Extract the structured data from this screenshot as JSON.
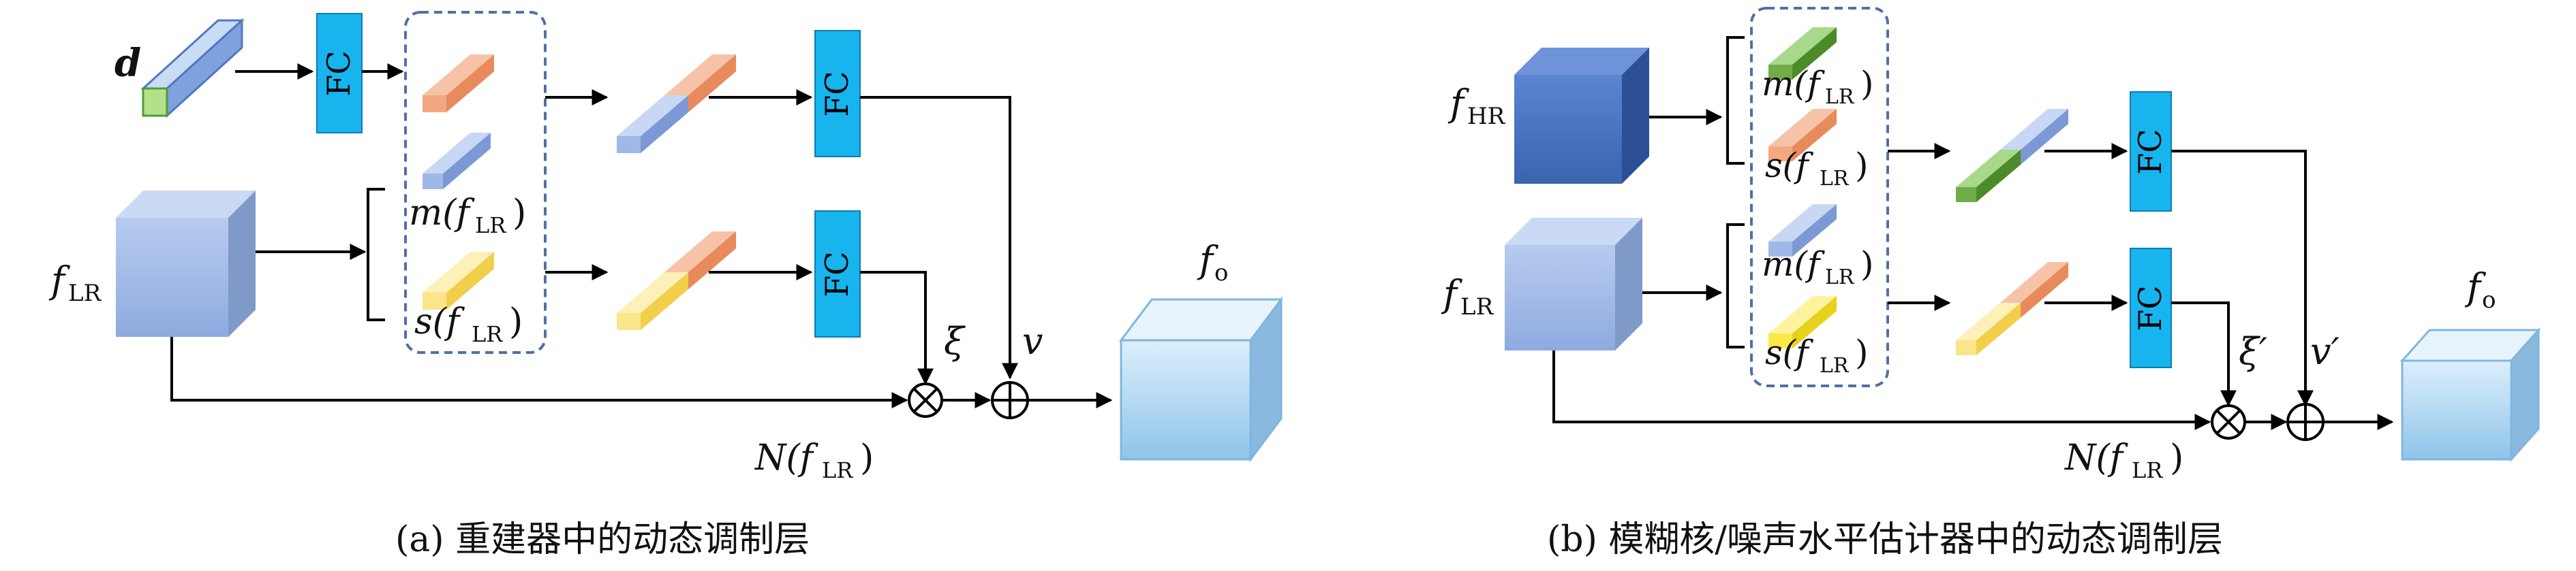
{
  "panel_a": {
    "caption": "(a) 重建器中的动态调制层",
    "input_d": "d",
    "fc_label": "FC",
    "f_lr": "f",
    "f_lr_sub": "LR",
    "m_label": "m(f",
    "m_sub": "LR",
    "s_label": "s(f",
    "s_sub": "LR",
    "xi": "ξ",
    "v": "v",
    "f_o": "f",
    "f_o_sub": "o",
    "n_label": "N(f",
    "n_sub": "LR"
  },
  "panel_b": {
    "caption": "(b) 模糊核/噪声水平估计器中的动态调制层",
    "fc_label": "FC",
    "f_hr": "f",
    "f_hr_sub": "HR",
    "f_lr": "f",
    "f_lr_sub": "LR",
    "m_label": "m(f",
    "m_sub": "LR",
    "s_label": "s(f",
    "s_sub": "LR",
    "xi": "ξ′",
    "v": "v′",
    "f_o": "f",
    "f_o_sub": "o",
    "n_label": "N(f",
    "n_sub": "LR"
  },
  "colors": {
    "fc_fill": "#17b4ee",
    "cube_light_blue": "#a9c2ec",
    "cube_dark_blue": "#4472c4",
    "cube_output": "#a7d2ef",
    "bar_orange": "#f4a882",
    "bar_blue": "#9fb9e6",
    "bar_yellow": "#fbe58a",
    "bar_green": "#70ad47",
    "dashed_box": "#4f6fa8"
  }
}
